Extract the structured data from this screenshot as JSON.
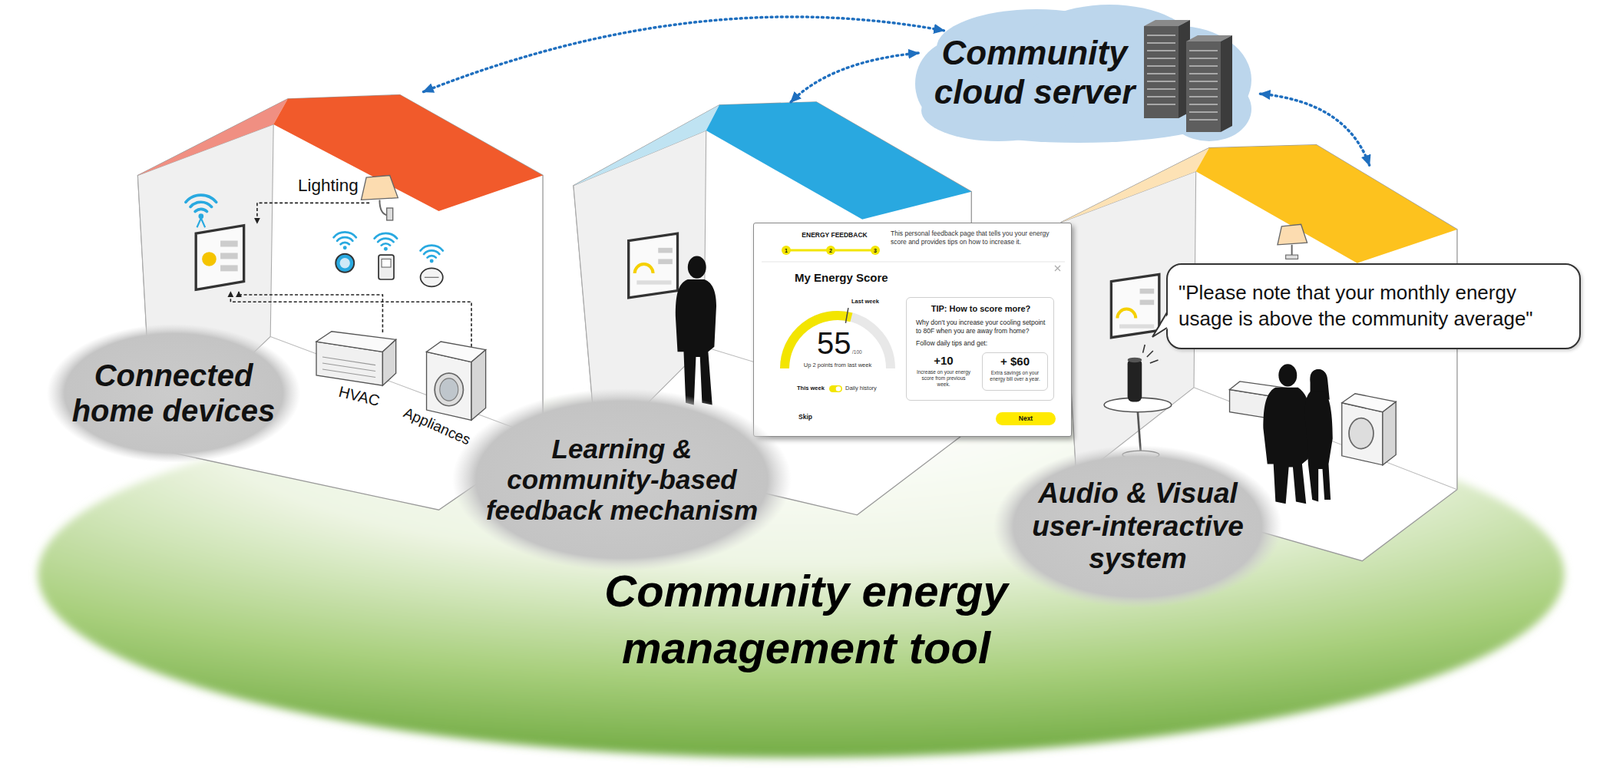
{
  "diagram": {
    "title": "Community energy management tool",
    "nodes": [
      {
        "text": [
          "Community cloud server"
        ]
      },
      {
        "text": [
          "Connected home devices"
        ]
      },
      {
        "text": [
          "ENERGY FEEDBACK",
          "This personal feedback page that tells you your energy score and provides tips on how to increase it.",
          "My Energy Score",
          "Last week",
          "55",
          "/100",
          "Up 2 points from last week",
          "This week",
          "Daily history",
          "Skip"
        ]
      },
      {
        "text": [
          "1"
        ],
        "in": 2
      },
      {
        "text": [
          "2"
        ],
        "in": 2
      },
      {
        "text": [
          "3"
        ],
        "in": 2
      },
      {
        "text": [
          "TIP: How to score more?",
          "Why don't you increase your cooling setpoint to 80F when you are away from home?",
          "Follow daily tips and get:"
        ],
        "in": 2
      },
      {
        "text": [
          "+10",
          "Increase on your energy score from previous week."
        ],
        "in": 6
      },
      {
        "text": [
          "+ $60",
          "Extra savings on your energy bill over a year."
        ],
        "in": 6
      },
      {
        "text": [
          "Next"
        ],
        "in": 2
      },
      {
        "text": [
          "\"Please note that your monthly energy usage is above the community average\""
        ]
      },
      {
        "text": [
          "Learning & community-based feedback mechanism"
        ]
      },
      {
        "text": [
          "Audio & Visual user-interactive system"
        ]
      }
    ],
    "labels": [
      "Lighting",
      "HVAC",
      "Appliances"
    ]
  }
}
